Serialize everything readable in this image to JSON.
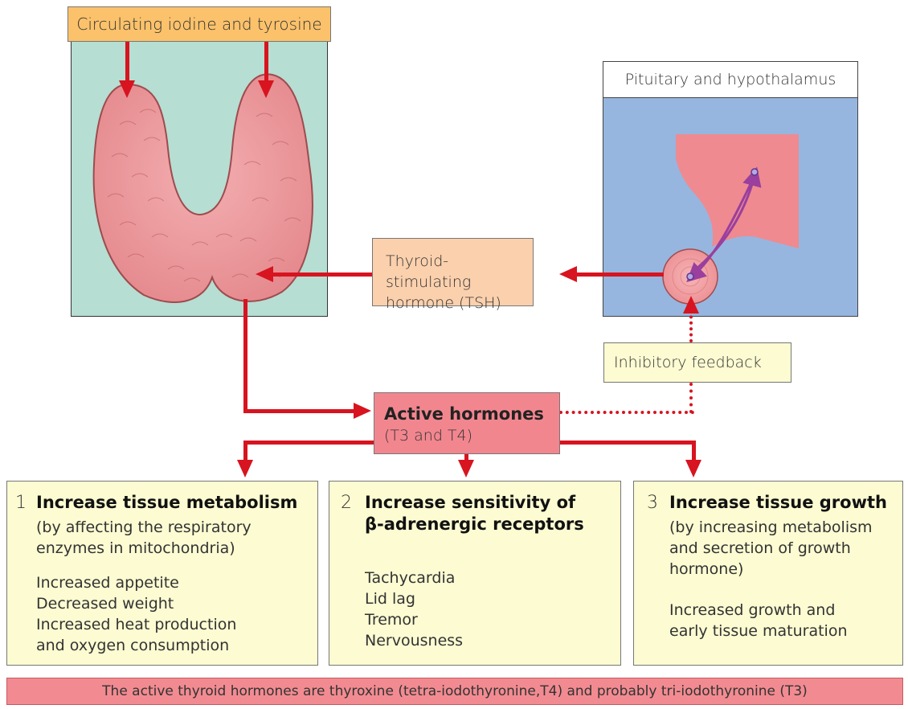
{
  "source_box": {
    "text": "Circulating iodine and tyrosine"
  },
  "pituitary_box": {
    "title": "Pituitary and hypothalamus"
  },
  "tsh_box": {
    "line1": "Thyroid-stimulating",
    "line2": "hormone (TSH)"
  },
  "feedback_box": {
    "text": "Inhibitory feedback"
  },
  "active_box": {
    "title": "Active hormones",
    "subtitle": "(T3 and T4)"
  },
  "effects": [
    {
      "number": "1",
      "heading": "Increase tissue metabolism",
      "detail": [
        "(by affecting the respiratory",
        "enzymes in mitochondria)"
      ],
      "items": [
        "Increased appetite",
        "Decreased weight",
        "Increased heat production",
        "and oxygen consumption"
      ]
    },
    {
      "number": "2",
      "heading_line1": "Increase sensitivity of",
      "heading_line2": "β-adrenergic receptors",
      "items": [
        "Tachycardia",
        "Lid lag",
        "Tremor",
        "Nervousness"
      ]
    },
    {
      "number": "3",
      "heading": "Increase tissue growth",
      "detail": [
        "(by increasing metabolism",
        "and secretion of growth",
        "hormone)"
      ],
      "items": [
        "Increased growth and",
        "early tissue maturation"
      ]
    }
  ],
  "footer": {
    "text": "The active thyroid hormones are thyroxine (tetra-iodothyronine,T4) and probably tri-iodothyronine (T3)"
  },
  "colors": {
    "arrow_red": "#d7141f",
    "thyroid_panel": "#b6ded3",
    "pituitary_panel": "#96b6df",
    "tissue_pink": "#ef9a9c",
    "active_box": "#f2868f",
    "tsh_box": "#fbd0ad",
    "source_box": "#fbc26b",
    "effect_box": "#fcfbd2",
    "footer": "#f28b91",
    "feedback_arrow": "#9a3f9e"
  }
}
